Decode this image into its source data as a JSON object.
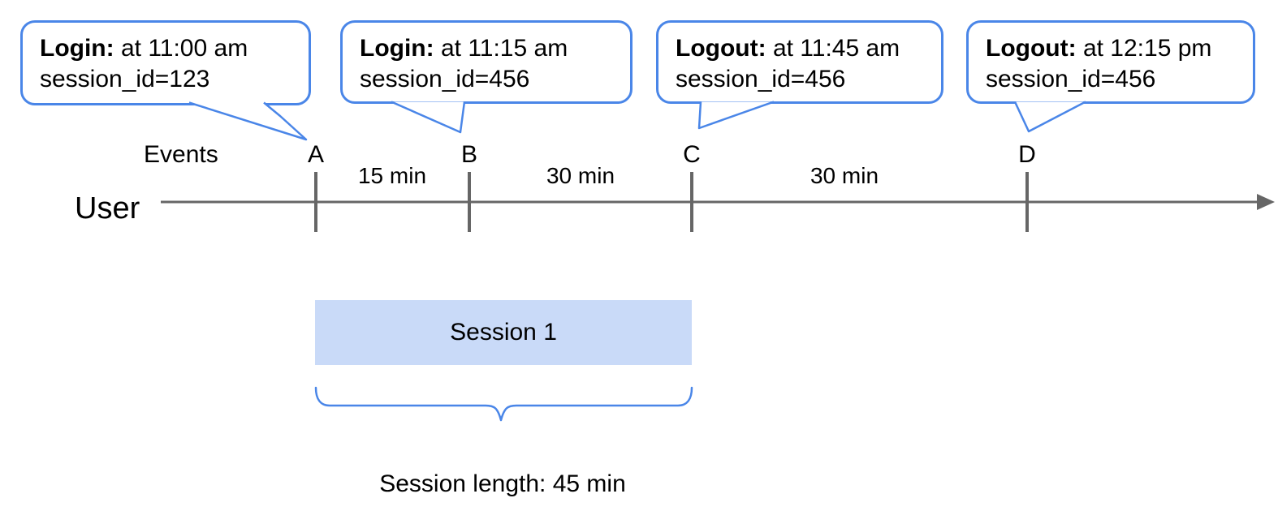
{
  "callouts": [
    {
      "bold": "Login:",
      "rest": " at 11:00 am",
      "line2": "session_id=123"
    },
    {
      "bold": "Login:",
      "rest": " at 11:15 am",
      "line2": "session_id=456"
    },
    {
      "bold": "Logout:",
      "rest": " at 11:45 am",
      "line2": "session_id=456"
    },
    {
      "bold": "Logout:",
      "rest": " at 12:15 pm",
      "line2": "session_id=456"
    }
  ],
  "timeline": {
    "user_label": "User",
    "events_label": "Events",
    "event_marks": [
      "A",
      "B",
      "C",
      "D"
    ],
    "intervals": [
      "15 min",
      "30 min",
      "30 min"
    ]
  },
  "session": {
    "label": "Session 1",
    "length_label": "Session length: 45 min"
  },
  "colors": {
    "accent_blue": "#4a86e8",
    "session_fill": "#c9daf8",
    "line_gray": "#666666",
    "text": "#000000"
  }
}
